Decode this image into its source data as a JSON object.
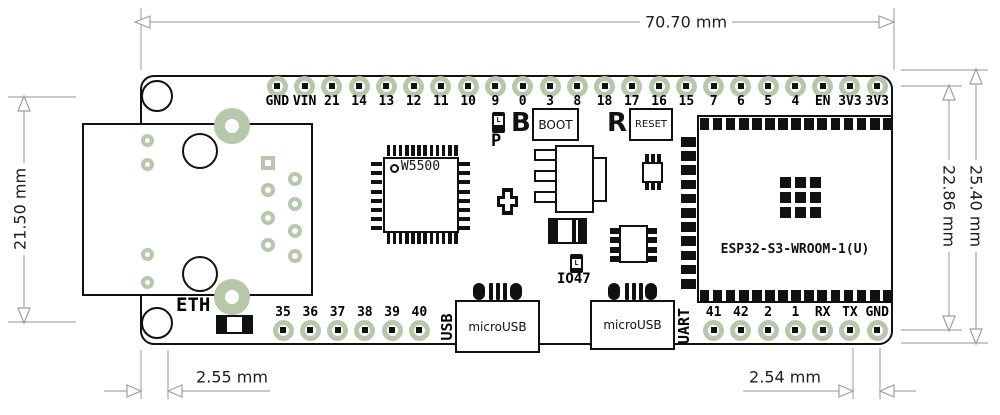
{
  "dimensions": {
    "board_width": "70.70 mm",
    "board_height": "25.40 mm",
    "pin_row_span": "22.86 mm",
    "eth_connector_height": "21.50 mm",
    "left_edge_offset": "2.55 mm",
    "pin_pitch": "2.54 mm"
  },
  "pins": {
    "top": [
      "GND",
      "VIN",
      "21",
      "14",
      "13",
      "12",
      "11",
      "10",
      "9",
      "0",
      "3",
      "8",
      "18",
      "17",
      "16",
      "15",
      "7",
      "6",
      "5",
      "4",
      "EN",
      "3V3",
      "3V3"
    ],
    "bottom_left": [
      "35",
      "36",
      "37",
      "38",
      "39",
      "40"
    ],
    "bottom_right": [
      "41",
      "42",
      "2",
      "1",
      "RX",
      "TX",
      "GND"
    ]
  },
  "components": {
    "eth_label": "ETH",
    "w5500_label": "W5500",
    "esp32_label": "ESP32-S3-WROOM-1(U)",
    "boot_prefix": "B",
    "boot_button": "BOOT",
    "reset_prefix": "R",
    "reset_button": "RESET",
    "pwr_led_label": "P",
    "led_mark": "L",
    "io47_led_label": "IO47",
    "usb_left_side_label": "USB",
    "usb_left_label": "microUSB",
    "usb_right_label": "microUSB",
    "usb_right_side_label": "UART"
  },
  "colors": {
    "pad_green": "#b7c7ac",
    "outline": "#111111",
    "dimension_gray": "#b6b6b6"
  }
}
